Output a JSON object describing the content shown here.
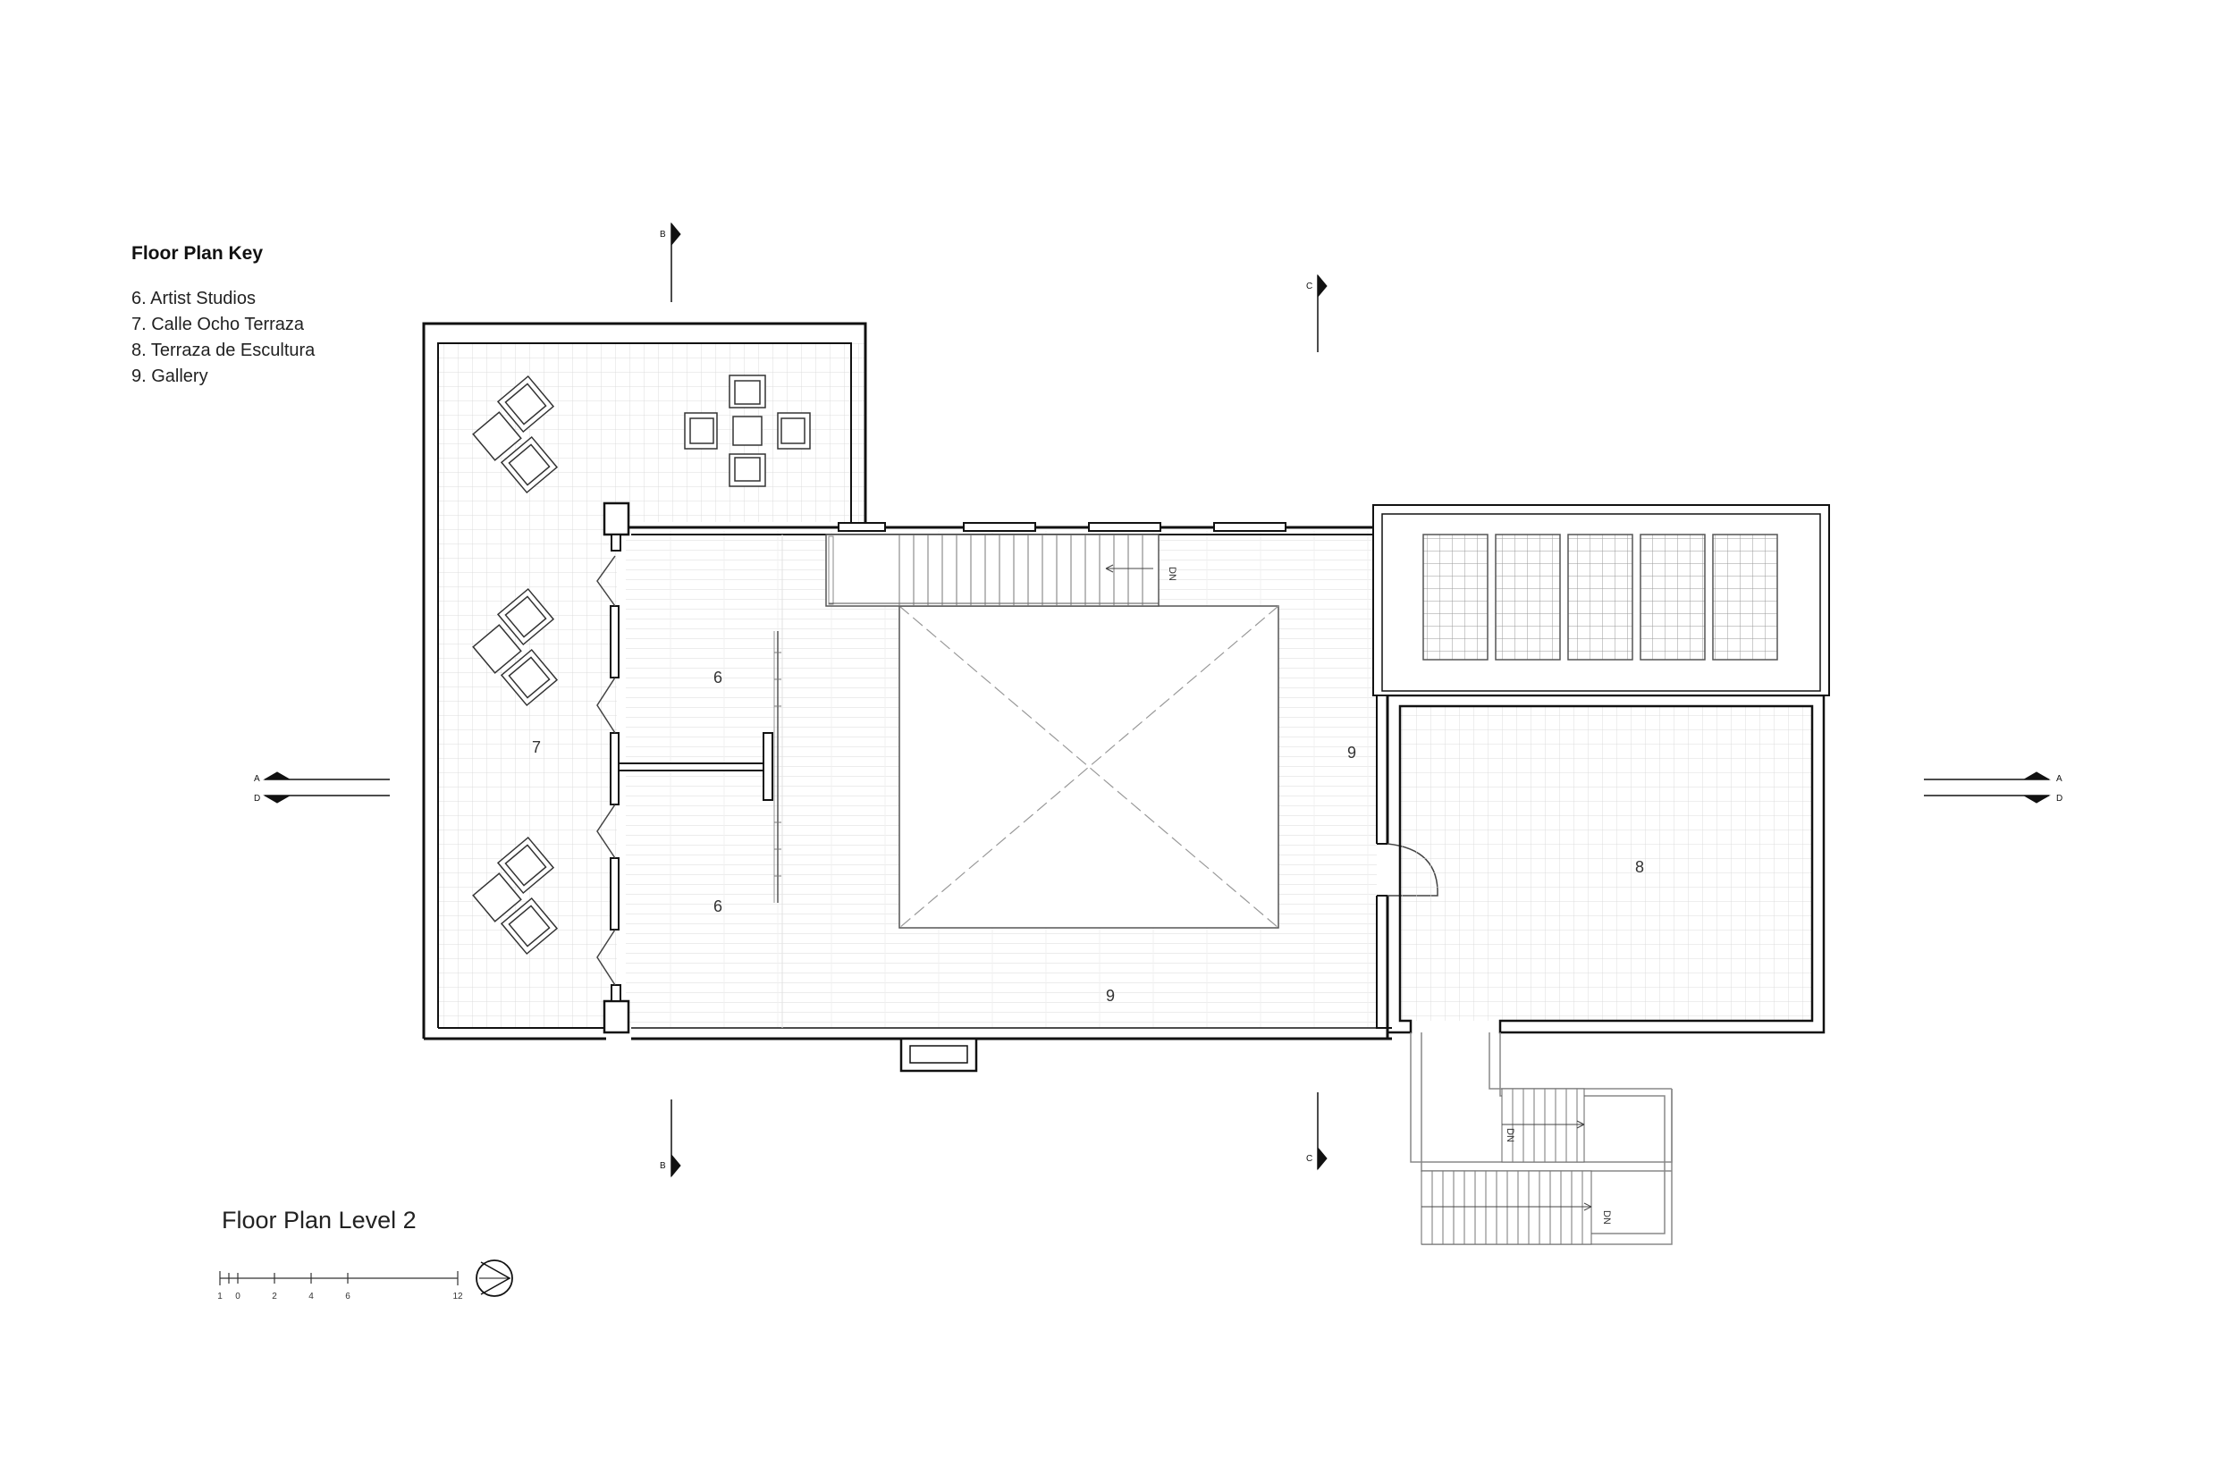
{
  "key": {
    "title": "Floor Plan Key",
    "items": [
      "6. Artist Studios",
      "7. Calle Ocho Terraza",
      "8. Terraza de Escultura",
      "9. Gallery"
    ]
  },
  "plan_title": "Floor Plan Level 2",
  "rooms": {
    "studio_upper": "6",
    "studio_lower": "6",
    "terrace_calle_ocho": "7",
    "terrace_sculpture": "8",
    "gallery_right": "9",
    "gallery_bottom": "9"
  },
  "section_markers": {
    "b_top": "B",
    "b_bottom": "B",
    "c_top": "C",
    "c_bottom": "C",
    "a_left": "A",
    "d_left": "D",
    "a_right": "A",
    "d_right": "D"
  },
  "stair_labels": {
    "upper": "DN",
    "exit_upper": "DN",
    "exit_lower": "DN"
  },
  "scale_bar": {
    "ticks": [
      "1",
      "0",
      "2",
      "4",
      "6",
      "12"
    ]
  },
  "icons": {
    "north_arrow": "north-arrow-icon"
  }
}
